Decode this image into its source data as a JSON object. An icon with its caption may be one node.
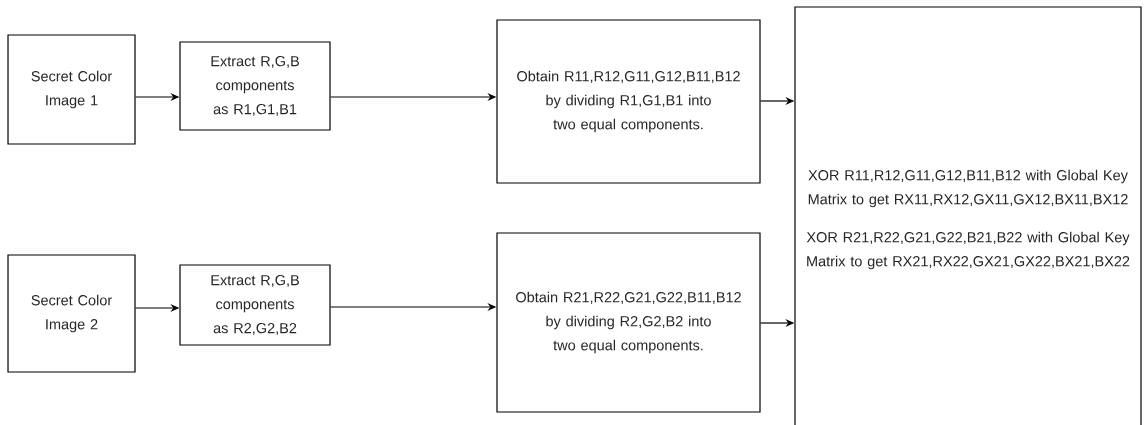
{
  "diagram": {
    "nodes": [
      {
        "text": [
          "Secret Color Image 1"
        ]
      },
      {
        "text": [
          "Extract R,G,B components as R1,G1,B1"
        ]
      },
      {
        "text": [
          "Obtain R11,R12,G11,G12,B11,B12 by dividing R1,G1,B1 into two equal components."
        ]
      },
      {
        "text": [
          "XOR R11,R12,G11,G12,B11,B12 with Global Key Matrix to get RX11,RX12,GX11,GX12,BX11,BX12",
          "XOR R21,R22,G21,G22,B21,B22 with Global Key Matrix to get RX21,RX22,GX21,GX22,BX21,BX22"
        ]
      },
      {
        "text": [
          "Secret Color Image 2"
        ]
      },
      {
        "text": [
          "Extract R,G,B components as R2,G2,B2"
        ]
      },
      {
        "text": [
          "Obtain R21,R22,G21,G22,B11,B12 by dividing R2,G2,B2 into two equal components."
        ]
      }
    ],
    "edges": [
      {
        "from": 0,
        "to": 1,
        "arrow": "to"
      },
      {
        "from": 1,
        "to": 2,
        "arrow": "to"
      },
      {
        "from": 2,
        "to": 3,
        "arrow": "to"
      },
      {
        "from": 4,
        "to": 5,
        "arrow": "to"
      },
      {
        "from": 5,
        "to": 6,
        "arrow": "to"
      },
      {
        "from": 6,
        "to": 3,
        "arrow": "to"
      }
    ]
  }
}
